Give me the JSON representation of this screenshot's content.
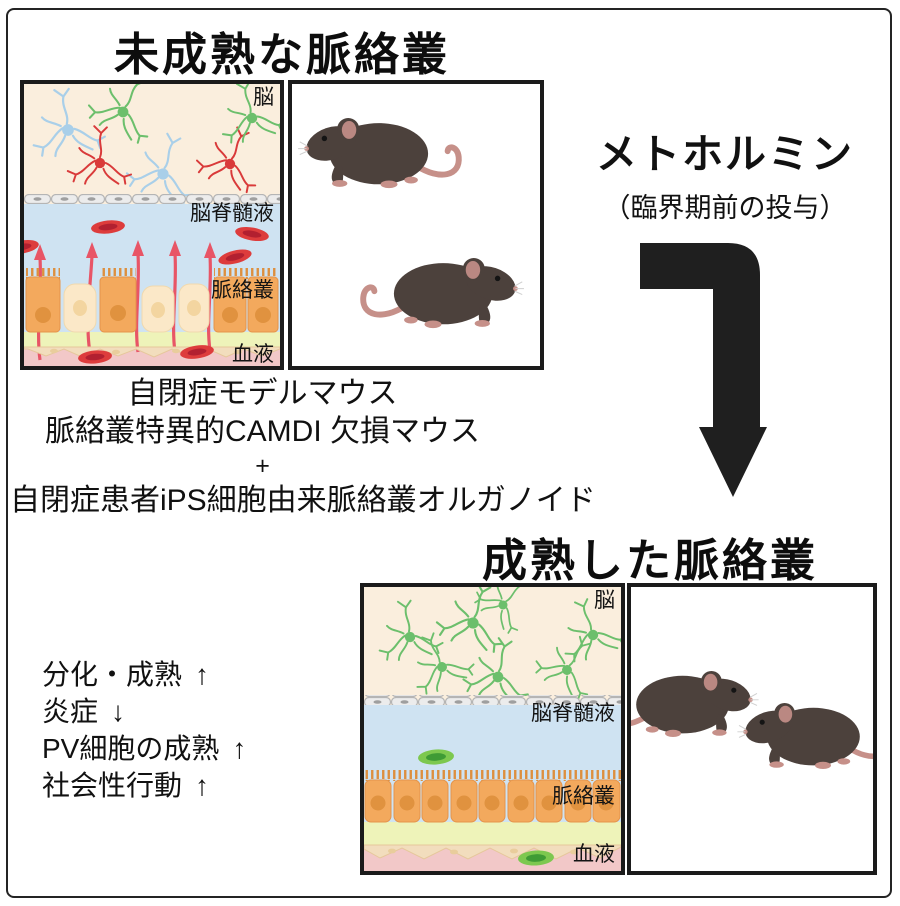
{
  "colors": {
    "ink": "#111111",
    "brain": "#faeedd",
    "csf": "#cfe3f2",
    "plexus": "#f3a95d",
    "plexusPale": "#fbe8c8",
    "plexusNuc": "#e0923f",
    "plexusPaleNuc": "#f3d5a0",
    "villi": "#dd8f3e",
    "stroma": "#eef3b9",
    "blood": "#f2c8c8",
    "stromaCell": "#f2ddbd",
    "stromaCellEdge": "#e6c79b",
    "redArrow": "#e85566",
    "redCell": "#dd3c3c",
    "redCellCore": "#b22030",
    "greenCell": "#7dc84f",
    "greenCellCore": "#3f9b35",
    "neuronBlue": "#a9cfe9",
    "neuronRed": "#d93a3a",
    "neuronGreen": "#6cbf6c",
    "ependymal": "#ececec",
    "ependymalEdge": "#b5b5b5",
    "mouseBody": "#4c413c",
    "mousePink": "#c69089",
    "arrowBlack": "#1f1f1f"
  },
  "immature": {
    "title": "未成熟な脈絡叢",
    "labels": {
      "brain": "脳",
      "csf": "脳脊髄液",
      "plexus": "脈絡叢",
      "blood": "血液"
    }
  },
  "mature": {
    "title": "成熟した脈絡叢",
    "labels": {
      "brain": "脳",
      "csf": "脳脊髄液",
      "plexus": "脈絡叢",
      "blood": "血液"
    }
  },
  "metformin": {
    "title": "メトホルミン",
    "subtitle": "（臨界期前の投与）"
  },
  "models": {
    "line1": "自閉症モデルマウス",
    "line2": "脈絡叢特異的CAMDI 欠損マウス",
    "plus": "+",
    "line3": "自閉症患者iPS細胞由来脈絡叢オルガノイド"
  },
  "outcomes": [
    {
      "label": "分化・成熟",
      "arrow": "↑"
    },
    {
      "label": "炎症",
      "arrow": "↓"
    },
    {
      "label": "PV細胞の成熟",
      "arrow": "↑"
    },
    {
      "label": "社会性行動",
      "arrow": "↑"
    }
  ]
}
